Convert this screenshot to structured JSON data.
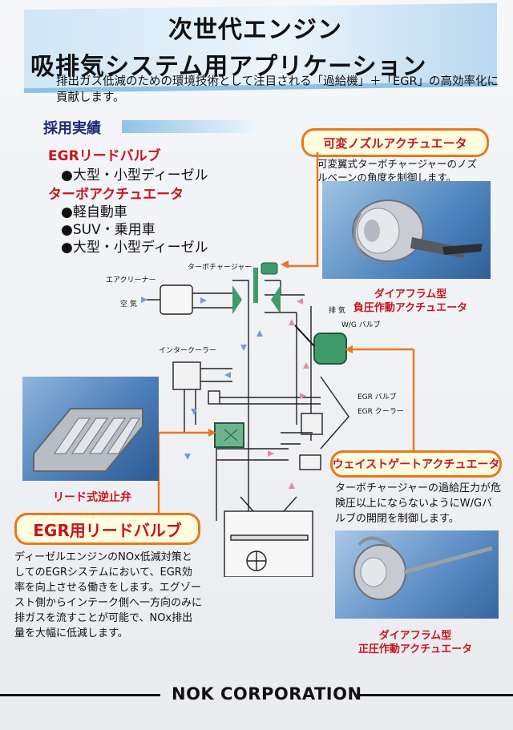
{
  "title": {
    "line1": "次世代エンジン",
    "line2": "吸排気システム用アプリケーション"
  },
  "lead": "排出ガス低減のための環境技術として注目される「過給機」＋「EGR」の高効率化に貢献します。",
  "adoption": {
    "heading": "採用実績",
    "egr_heading": "EGRリードバルブ",
    "egr_items": [
      "●大型・小型ディーゼル"
    ],
    "turbo_heading": "ターボアクチュエータ",
    "turbo_items": [
      "●軽自動車",
      "●SUV・乗用車",
      "●大型・小型ディーゼル"
    ]
  },
  "vnt": {
    "label": "可変ノズルアクチュエータ",
    "desc": "可変翼式ターボチャージャーのノズルベーンの角度を制御します。",
    "caption_line1": "ダイアフラム型",
    "caption_line2": "負圧作動アクチュエータ"
  },
  "diagram": {
    "turbocharger": "ターボチャージャー",
    "air_cleaner": "エアクリーナー",
    "air": "空 気",
    "exhaust": "排 気",
    "wg_valve": "W/G バルブ",
    "intercooler": "インタークーラー",
    "egr_valve": "EGR バルブ",
    "egr_cooler": "EGR クーラー"
  },
  "reed_caption": "リード式逆止弁",
  "egr_reed": {
    "label": "EGR用リードバルブ",
    "desc": "ディーゼルエンジンのNOx低減対策としてのEGRシステムにおいて、EGR効率を向上させる働きをします。エグゾースト側からインテーク側へ一方向のみに排ガスを流すことが可能で、NOx排出量を大幅に低減します。"
  },
  "wastegate": {
    "label": "ウェイストゲートアクチュエータ",
    "desc": "ターボチャージャーの過給圧力が危険圧以上にならないようにW/Gバルブの開閉を制御します。",
    "caption_line1": "ダイアフラム型",
    "caption_line2": "正圧作動アクチュエータ"
  },
  "footer": {
    "brand": "NOK CORPORATION"
  },
  "colors": {
    "accent": "#e8781c",
    "red": "#c8141c",
    "navy": "#1c2a7a",
    "green": "#3f9b6a"
  }
}
